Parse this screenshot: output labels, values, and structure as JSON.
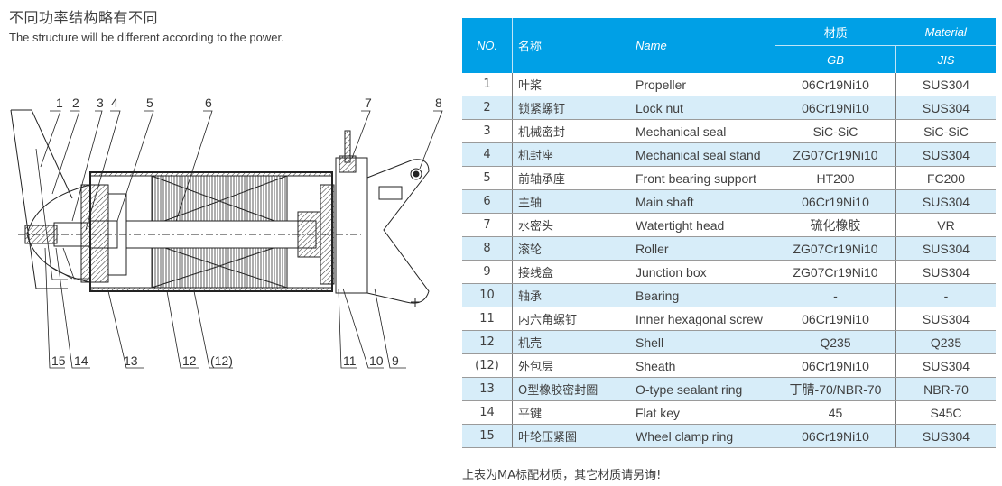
{
  "header": {
    "title_cn": "不同功率结构略有不同",
    "title_en": "The structure will be different according to the power."
  },
  "diagram": {
    "callouts_top": [
      "1",
      "2",
      "3",
      "4",
      "5",
      "6",
      "7",
      "8"
    ],
    "callouts_bottom": [
      "15",
      "14",
      "13",
      "12",
      "(12)",
      "11",
      "10",
      "9"
    ]
  },
  "table": {
    "accent_color": "#00a0e6",
    "stripe_color": "#d7edf9",
    "headers": {
      "no": "NO.",
      "name_cn": "名称",
      "name_en": "Name",
      "material_cn": "材质",
      "material_en": "Material",
      "gb": "GB",
      "jis": "JIS"
    },
    "rows": [
      {
        "no": "1",
        "cn": "叶桨",
        "en": "Propeller",
        "gb": "06Cr19Ni10",
        "jis": "SUS304"
      },
      {
        "no": "2",
        "cn": "锁紧螺钉",
        "en": "Lock nut",
        "gb": "06Cr19Ni10",
        "jis": "SUS304"
      },
      {
        "no": "3",
        "cn": "机械密封",
        "en": "Mechanical seal",
        "gb": "SiC-SiC",
        "jis": "SiC-SiC"
      },
      {
        "no": "4",
        "cn": "机封座",
        "en": "Mechanical seal stand",
        "gb": "ZG07Cr19Ni10",
        "jis": "SUS304"
      },
      {
        "no": "5",
        "cn": "前轴承座",
        "en": "Front bearing support",
        "gb": "HT200",
        "jis": "FC200"
      },
      {
        "no": "6",
        "cn": "主轴",
        "en": "Main shaft",
        "gb": "06Cr19Ni10",
        "jis": "SUS304"
      },
      {
        "no": "7",
        "cn": "水密头",
        "en": "Watertight head",
        "gb": "硫化橡胶",
        "jis": "VR"
      },
      {
        "no": "8",
        "cn": "滚轮",
        "en": "Roller",
        "gb": "ZG07Cr19Ni10",
        "jis": "SUS304"
      },
      {
        "no": "9",
        "cn": "接线盒",
        "en": "Junction box",
        "gb": "ZG07Cr19Ni10",
        "jis": "SUS304"
      },
      {
        "no": "10",
        "cn": "轴承",
        "en": "Bearing",
        "gb": "-",
        "jis": "-"
      },
      {
        "no": "11",
        "cn": "内六角螺钉",
        "en": "Inner hexagonal screw",
        "gb": "06Cr19Ni10",
        "jis": "SUS304"
      },
      {
        "no": "12",
        "cn": "机壳",
        "en": "Shell",
        "gb": "Q235",
        "jis": "Q235"
      },
      {
        "no": "(12)",
        "cn": "外包层",
        "en": "Sheath",
        "gb": "06Cr19Ni10",
        "jis": "SUS304"
      },
      {
        "no": "13",
        "cn": "O型橡胶密封圈",
        "en": "O-type sealant ring",
        "gb": "丁腈-70/NBR-70",
        "jis": "NBR-70"
      },
      {
        "no": "14",
        "cn": "平键",
        "en": "Flat key",
        "gb": "45",
        "jis": "S45C"
      },
      {
        "no": "15",
        "cn": "叶轮压紧圈",
        "en": "Wheel clamp ring",
        "gb": "06Cr19Ni10",
        "jis": "SUS304"
      }
    ]
  },
  "footnote": "上表为MA标配材质，其它材质请另询!"
}
